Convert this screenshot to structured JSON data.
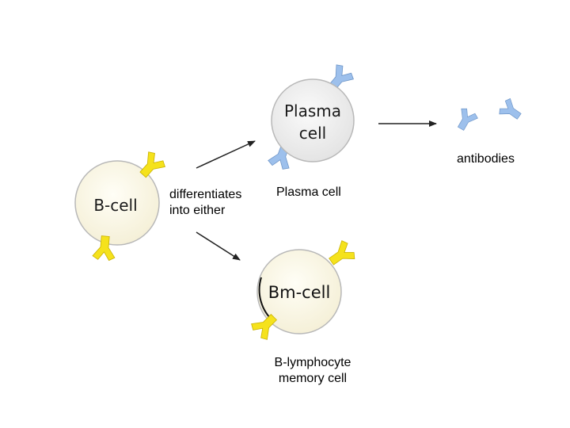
{
  "cells": {
    "b_cell": {
      "label": "B-cell"
    },
    "plasma_cell": {
      "label_line1": "Plasma",
      "label_line2": "cell"
    },
    "bm_cell": {
      "label": "Bm-cell"
    }
  },
  "captions": {
    "differentiates_line1": "differentiates",
    "differentiates_line2": "into either",
    "plasma_cell": "Plasma cell",
    "antibodies": "antibodies",
    "memory_line1": "B-lymphocyte",
    "memory_line2": "memory cell"
  },
  "colors": {
    "cell_fill": "#fbf8e6",
    "plasma_fill": "#f0f0f0",
    "cell_stroke": "#b8b8b8",
    "receptor_yellow": "#f5e21c",
    "receptor_blue": "#9dc0ec",
    "arrow": "#222222"
  },
  "icons": {
    "receptor": "y-shaped-receptor-icon",
    "antibody": "antibody-icon"
  }
}
